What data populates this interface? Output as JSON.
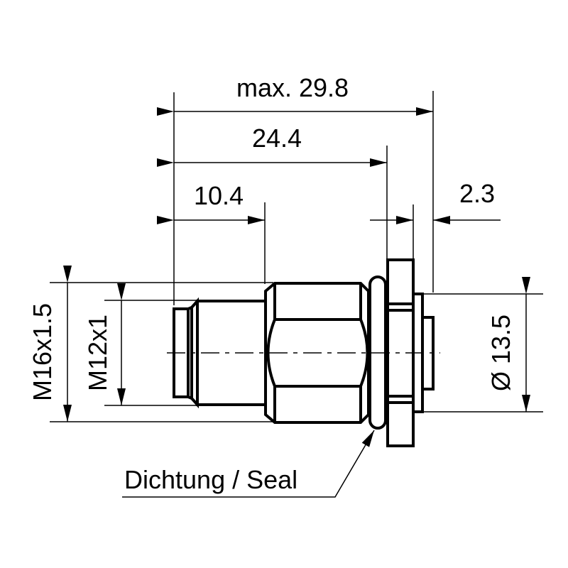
{
  "drawing": {
    "type": "technical dimension drawing",
    "subject": "panel-mount connector with hex body and seal",
    "colors": {
      "line": "#000000",
      "background": "#ffffff"
    }
  },
  "dimensions": {
    "overall_length": "max. 29.8",
    "length_to_flange": "24.4",
    "thread_length": "10.4",
    "flange_thickness": "2.3",
    "outer_thread": "M16x1.5",
    "inner_thread": "M12x1",
    "rear_diameter": "Ø 13.5"
  },
  "callouts": {
    "seal": "Dichtung / Seal"
  }
}
